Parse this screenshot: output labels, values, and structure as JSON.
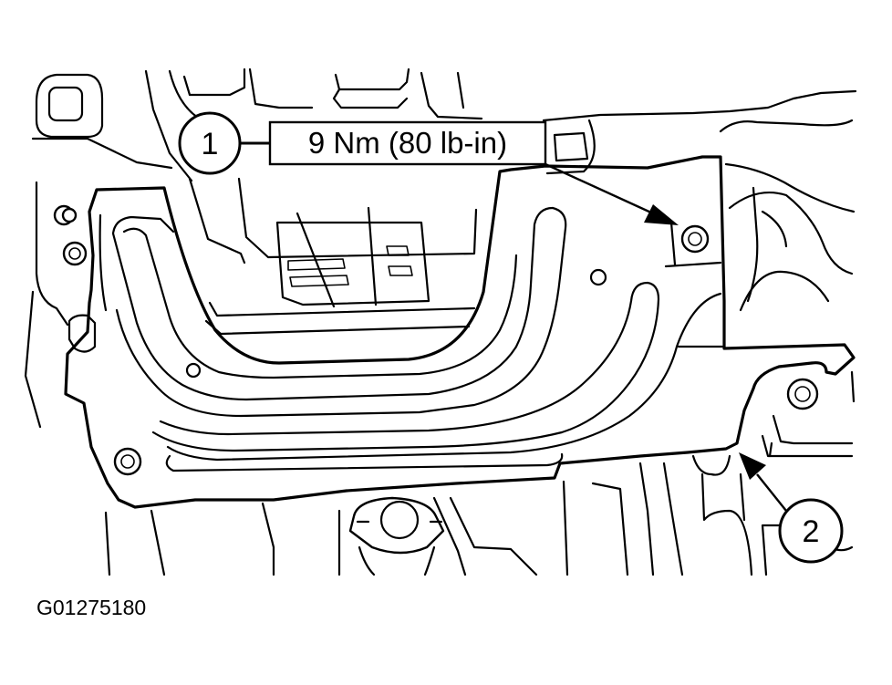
{
  "callouts": [
    {
      "number": "1",
      "spec": "9 Nm (80 lb-in)"
    },
    {
      "number": "2"
    }
  ],
  "figure_id": "G01275180"
}
